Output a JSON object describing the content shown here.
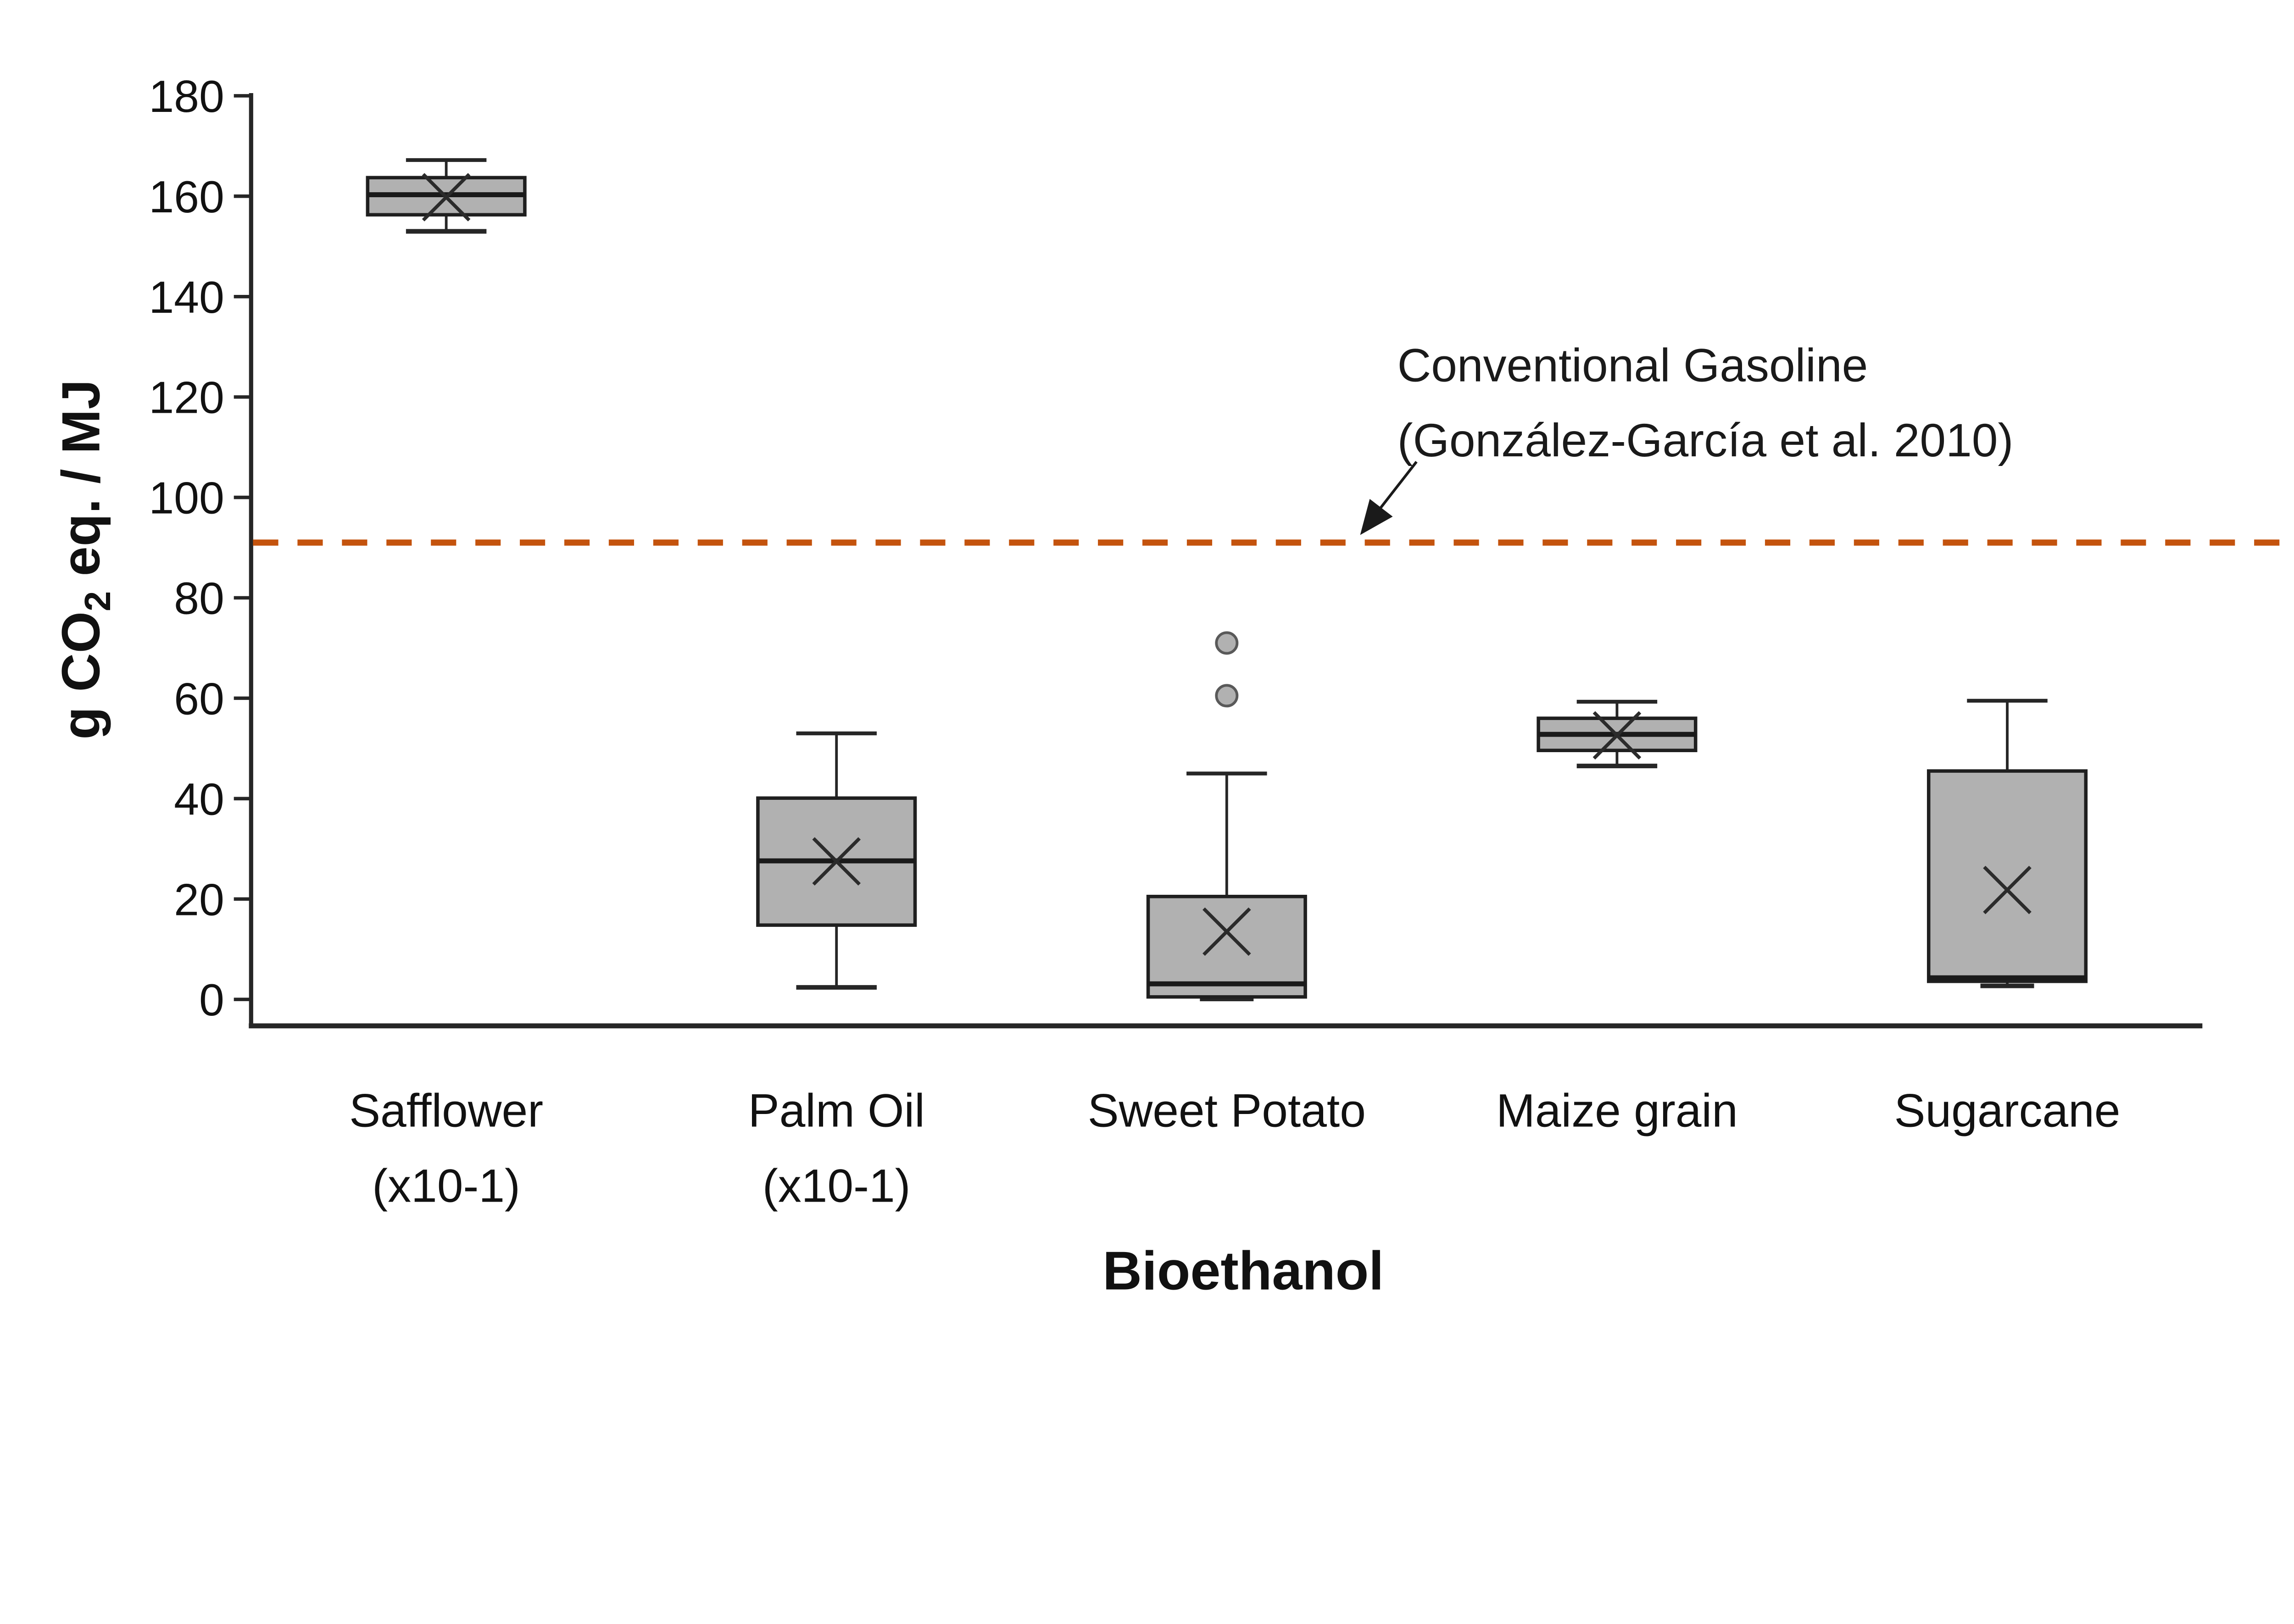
{
  "chart_data": {
    "type": "box",
    "title": "",
    "xlabel": "Bioethanol",
    "ylabel_prefix": "g CO",
    "ylabel_sub": "2",
    "ylabel_suffix": " eq. / MJ",
    "ylim": [
      -5,
      182
    ],
    "yticks": [
      0,
      20,
      40,
      60,
      80,
      100,
      120,
      140,
      160,
      180
    ],
    "grid": false,
    "legend": false,
    "box_fill": "#b1b1b1",
    "box_stroke": "#1f1f1f",
    "axis_color": "#262626",
    "categories": [
      [
        "Safflower",
        "(x10-1)"
      ],
      [
        "Palm Oil",
        "(x10-1)"
      ],
      [
        "Sweet Potato"
      ],
      [
        "Maize grain"
      ],
      [
        "Sugarcane"
      ]
    ],
    "series": [
      {
        "name": "Safflower (x10-1)",
        "min": 153,
        "q1": 156.3,
        "median": 160.3,
        "q3": 163.7,
        "max": 167.2,
        "mean": 159.8,
        "outliers": []
      },
      {
        "name": "Palm Oil (x10-1)",
        "min": 2.4,
        "q1": 14.8,
        "median": 27.6,
        "q3": 40.1,
        "max": 53,
        "mean": 27.5,
        "outliers": []
      },
      {
        "name": "Sweet Potato",
        "min": 0.1,
        "q1": 0.5,
        "median": 3.1,
        "q3": 20.5,
        "max": 45,
        "mean": 13.5,
        "outliers": [
          60.5,
          71
        ]
      },
      {
        "name": "Maize grain",
        "min": 46.5,
        "q1": 49.6,
        "median": 52.8,
        "q3": 56,
        "max": 59.3,
        "mean": 52.6,
        "outliers": []
      },
      {
        "name": "Sugarcane",
        "min": 2.7,
        "q1": 3.6,
        "median": 4.3,
        "q3": 45.5,
        "max": 59.5,
        "mean": 21.8,
        "outliers": []
      }
    ],
    "reference_line": {
      "value": 91,
      "style": "dashed",
      "color": "#C4530D",
      "label_line1": "Conventional Gasoline",
      "label_line2": "(González-García et al. 2010)"
    }
  }
}
